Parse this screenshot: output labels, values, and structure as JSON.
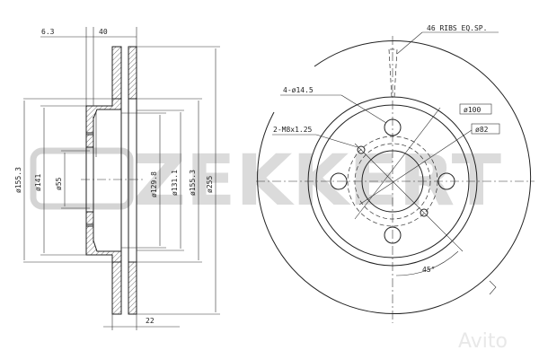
{
  "drawing": {
    "side_view": {
      "dims": {
        "offset": "6.3",
        "height": "40",
        "thickness": "22",
        "d_outer_hub": "ø155.3",
        "d_141": "ø141",
        "d_55": "ø55",
        "d_129": "ø129.8",
        "d_131": "ø131.1",
        "d_155": "ø155.3",
        "d_255": "ø255"
      }
    },
    "front_view": {
      "ribs": "46 RIBS EQ.SP.",
      "bolt_holes": "4-ø14.5",
      "threads": "2-M8x1.25",
      "pcd": "ø100",
      "center_bore": "ø82",
      "angle": "45°"
    }
  },
  "watermark": {
    "brand": "ZEKKERT",
    "site": "Avito"
  }
}
